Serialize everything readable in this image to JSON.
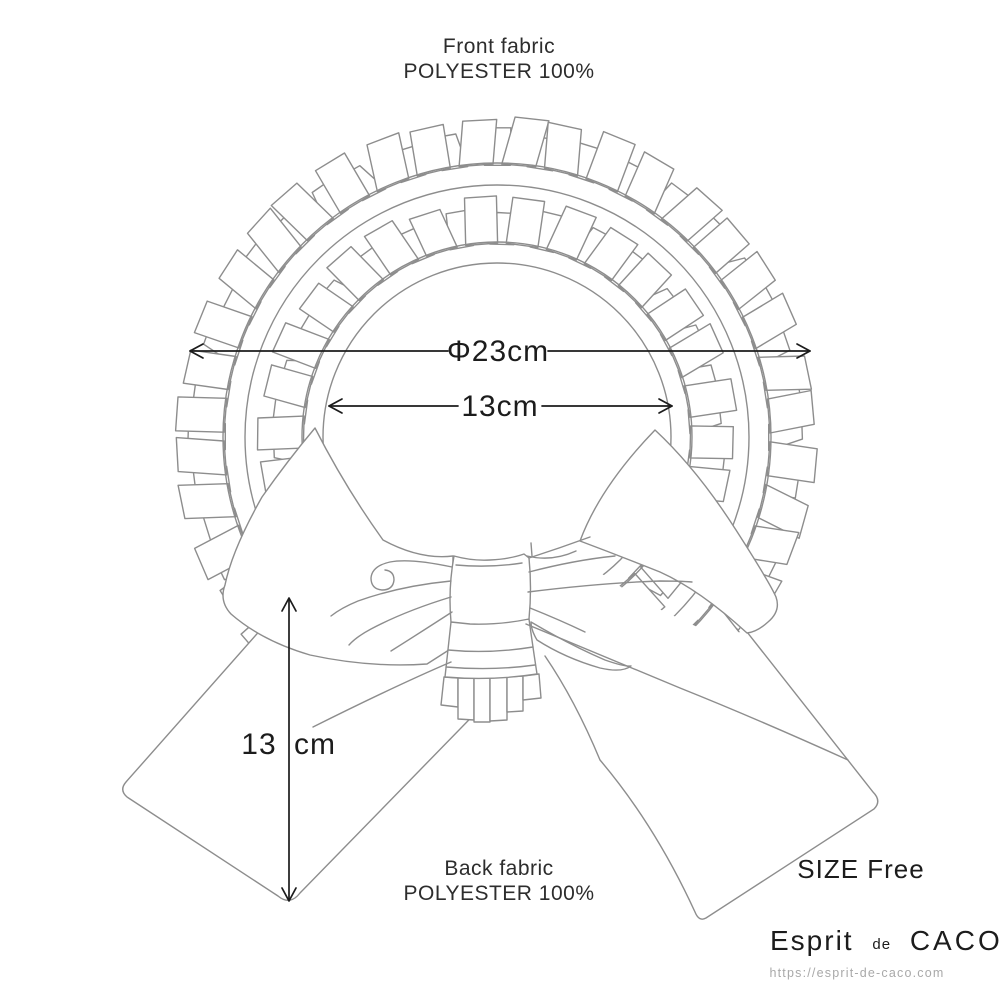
{
  "diagram": {
    "front_label": {
      "line1": "Front fabric",
      "line2": "POLYESTER 100%"
    },
    "back_label": {
      "line1": "Back fabric",
      "line2": "POLYESTER 100%"
    },
    "dimensions": {
      "outer_diameter": "Φ23cm",
      "inner_diameter": "13cm",
      "tail_length_value": "13",
      "tail_length_unit": "cm"
    },
    "size_label": "SIZE Free"
  },
  "brand": {
    "name_part1": "Esprit",
    "name_part2": "de",
    "name_part3": "CACO",
    "url": "https://esprit-de-caco.com"
  },
  "colors": {
    "line": "#8d8d8d",
    "dim": "#1c1c1c",
    "text": "#2d2d2d",
    "muted": "#a9a9a9",
    "background": "#ffffff"
  }
}
